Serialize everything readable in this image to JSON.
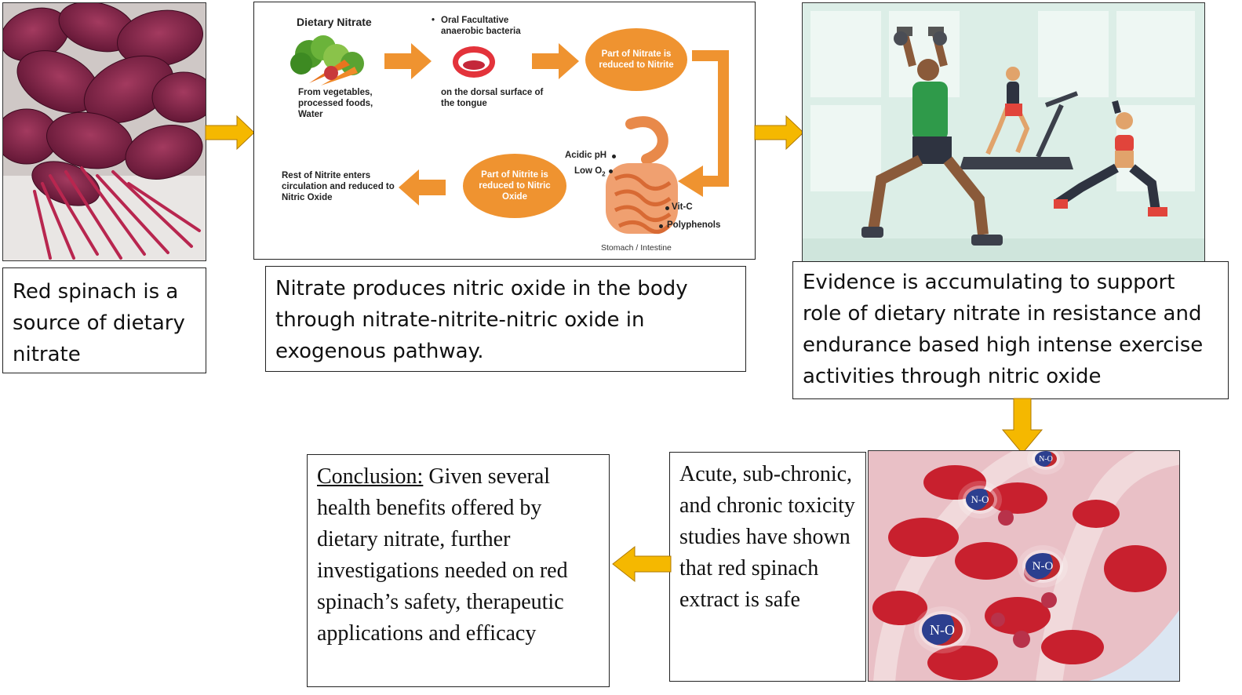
{
  "captions": {
    "spinach": "Red spinach is a source of dietary nitrate",
    "nitrate": "Nitrate produces nitric oxide in the body through nitrate-nitrite-nitric oxide in exogenous pathway.",
    "evidence": "Evidence is accumulating to support role of dietary nitrate in resistance and endurance based high intense exercise activities through nitric oxide",
    "toxicity": "Acute, sub-chronic, and chronic toxicity studies have shown that red spinach extract is safe",
    "conclusion_label": "Conclusion:",
    "conclusion_text": " Given several health benefits offered by dietary nitrate, further investigations needed on red spinach’s safety, therapeutic applications and efficacy"
  },
  "pathway": {
    "dietary_nitrate": "Dietary Nitrate",
    "sources": "From vegetables, processed foods, Water",
    "bacteria": "Oral Facultative anaerobic bacteria",
    "tongue": "on the dorsal surface of the tongue",
    "reduced_to_nitrite": "Part of Nitrate is reduced to Nitrite",
    "reduced_to_no": "Part of Nitrite is reduced to Nitric Oxide",
    "rest_of_nitrite": "Rest of Nitrite enters circulation and reduced to Nitric Oxide",
    "acidic_ph": "Acidic pH",
    "low_o2": "Low O",
    "o2_subscript": "2",
    "vit_c": "Vit-C",
    "polyphenols": "Polyphenols",
    "stomach": "Stomach / Intestine",
    "bullet": "•"
  },
  "no_badge": "N-O",
  "colors": {
    "arrow_yellow": "#f5b800",
    "pathway_orange": "#ef9330",
    "spinach_red": "#8a2148",
    "gym_bg": "#dceee7"
  }
}
